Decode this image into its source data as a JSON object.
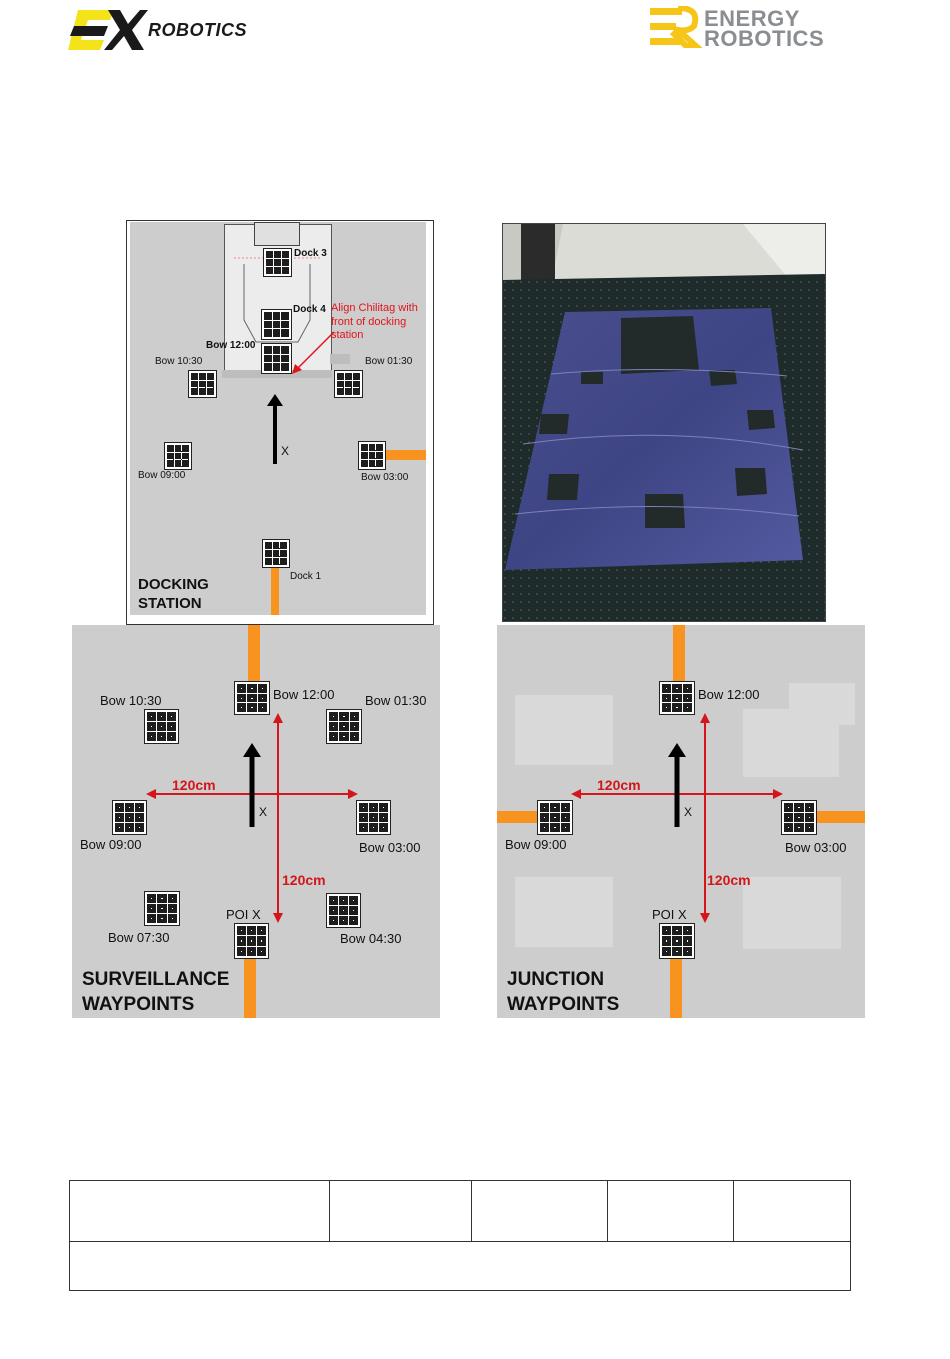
{
  "header": {
    "left_logo": {
      "mark": "EX",
      "text": "ROBOTICS",
      "accent": "#f5e31a"
    },
    "right_logo": {
      "line1": "ENERGY",
      "line2": "ROBOTICS",
      "accent": "#f5c518"
    }
  },
  "docking_panel": {
    "title_line1": "DOCKING",
    "title_line2": "STATION",
    "labels": {
      "dock3": "Dock 3",
      "dock4": "Dock 4",
      "bow1200": "Bow 12:00",
      "bow1030": "Bow 10:30",
      "bow0130": "Bow 01:30",
      "bow0900": "Bow 09:00",
      "bow0300": "Bow 03:00",
      "dock1": "Dock 1",
      "x": "X"
    },
    "note_line1": "Align  Chilitag with",
    "note_line2": "front of docking",
    "note_line3": "station"
  },
  "surveillance_panel": {
    "title_line1": "SURVEILLANCE",
    "title_line2": "WAYPOINTS",
    "labels": {
      "bow1200": "Bow 12:00",
      "bow1030": "Bow 10:30",
      "bow0130": "Bow 01:30",
      "bow0900": "Bow 09:00",
      "bow0300": "Bow 03:00",
      "bow0730": "Bow 07:30",
      "bow0430": "Bow 04:30",
      "poi": "POI X",
      "x": "X"
    },
    "dim_h": "120cm",
    "dim_v": "120cm"
  },
  "junction_panel": {
    "title_line1": "JUNCTION",
    "title_line2": "WAYPOINTS",
    "labels": {
      "bow1200": "Bow 12:00",
      "bow0900": "Bow 09:00",
      "bow0300": "Bow 03:00",
      "poi": "POI X",
      "x": "X"
    },
    "dim_h": "120cm",
    "dim_v": "120cm"
  },
  "colors": {
    "orange_tape": "#f7931e",
    "dimension_red": "#d4161b",
    "panel_gray": "#cdcdcd"
  }
}
